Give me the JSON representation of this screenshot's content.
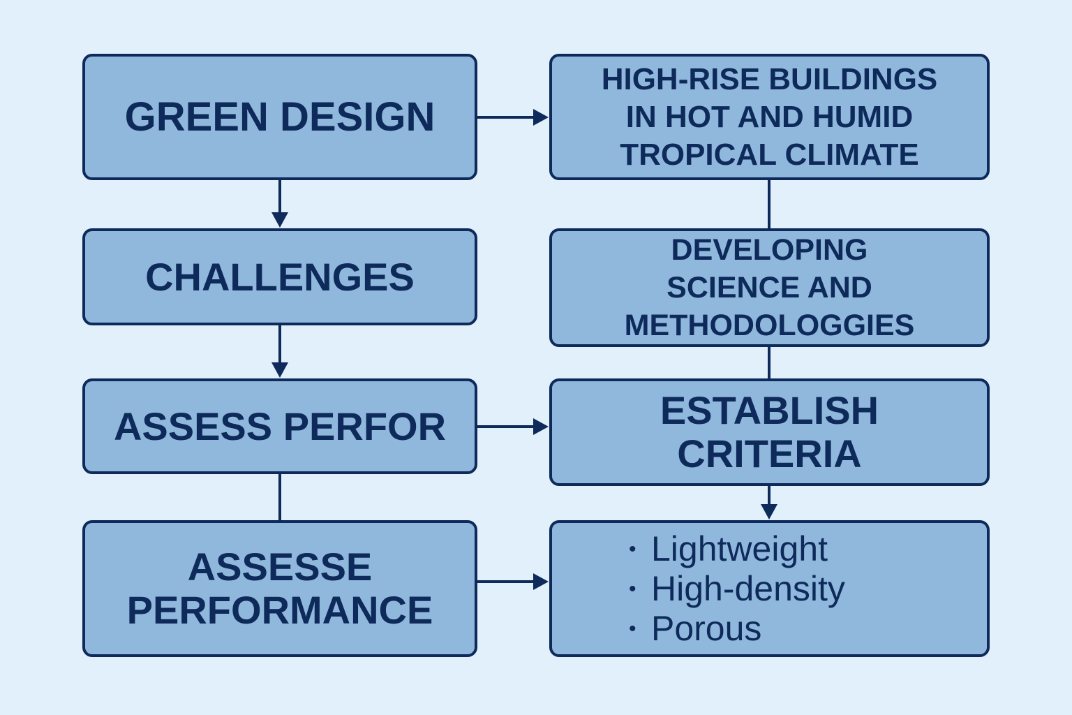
{
  "colors": {
    "background": "#e1f0fb",
    "box_fill": "#90b8dd",
    "box_border": "#0e2a5a",
    "text": "#0e2a5a",
    "connector": "#0e2a5a"
  },
  "boxes": {
    "green_design": "GREEN DESIGN",
    "high_rise": "HIGH-RISE BUILDINGS\nIN HOT AND HUMID\nTROPICAL CLIMATE",
    "challenges": "CHALLENGES",
    "developing": "DEVELOPING\nSCIENCE AND\nMETHODOLOGGIES",
    "assess_perfor": "ASSESS PERFOR",
    "establish_criteria": "ESTABLISH\nCRITERIA",
    "assesse_performance": "ASSESSE\nPERFORMANCE"
  },
  "list": {
    "bullet": "•",
    "items": [
      "Lightweight",
      "High-density",
      "Porous"
    ]
  },
  "connectors": [
    {
      "from": "green_design",
      "to": "high_rise",
      "arrow": true
    },
    {
      "from": "green_design",
      "to": "challenges",
      "arrow": true
    },
    {
      "from": "challenges",
      "to": "assess_perfor",
      "arrow": true
    },
    {
      "from": "assess_perfor",
      "to": "establish_criteria",
      "arrow": true
    },
    {
      "from": "assess_perfor",
      "to": "assesse_performance",
      "arrow": false
    },
    {
      "from": "assesse_performance",
      "to": "list",
      "arrow": true
    },
    {
      "from": "high_rise",
      "to": "developing",
      "arrow": false
    },
    {
      "from": "developing",
      "to": "establish_criteria",
      "arrow": false
    },
    {
      "from": "establish_criteria",
      "to": "list",
      "arrow": true
    }
  ]
}
